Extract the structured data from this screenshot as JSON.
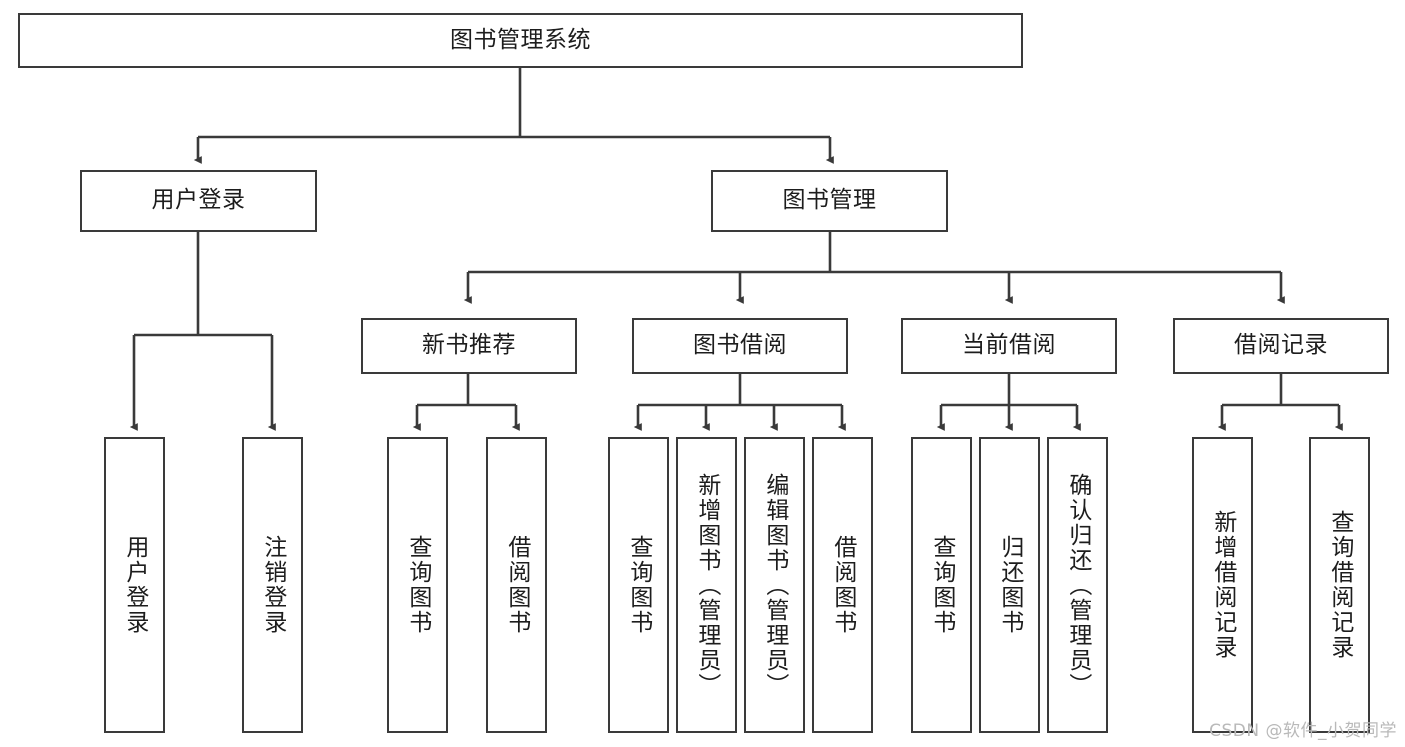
{
  "diagram": {
    "type": "tree",
    "title": "图书管理系统",
    "orientation": "top-down",
    "colors": {
      "box_border": "#3a3a3a",
      "box_fill": "#ffffff",
      "edge": "#3a3a3a",
      "text": "#1d1d1d",
      "watermark": "#b9b9b9"
    },
    "root": {
      "label": "图书管理系统"
    },
    "level2": [
      {
        "id": "user-login",
        "label": "用户登录"
      },
      {
        "id": "book-manage",
        "label": "图书管理"
      }
    ],
    "level3": [
      {
        "id": "new-book-recommend",
        "label": "新书推荐"
      },
      {
        "id": "book-borrow",
        "label": "图书借阅"
      },
      {
        "id": "current-borrow",
        "label": "当前借阅"
      },
      {
        "id": "borrow-record",
        "label": "借阅记录"
      }
    ],
    "leaves": {
      "user_login": [
        {
          "id": "leaf-user-login",
          "label": "用户登录"
        },
        {
          "id": "leaf-logout-login",
          "label": "注销登录"
        }
      ],
      "new_book_recommend": [
        {
          "id": "leaf-query-book-1",
          "label": "查询图书"
        },
        {
          "id": "leaf-borrow-book-1",
          "label": "借阅图书"
        }
      ],
      "book_borrow": [
        {
          "id": "leaf-query-book-2",
          "label": "查询图书"
        },
        {
          "id": "leaf-add-book",
          "label": "新增图书（管理员）"
        },
        {
          "id": "leaf-edit-book",
          "label": "编辑图书（管理员）"
        },
        {
          "id": "leaf-borrow-book-2",
          "label": "借阅图书"
        }
      ],
      "current_borrow": [
        {
          "id": "leaf-query-book-3",
          "label": "查询图书"
        },
        {
          "id": "leaf-return-book",
          "label": "归还图书"
        },
        {
          "id": "leaf-confirm-return",
          "label": "确认归还（管理员）"
        }
      ],
      "borrow_record": [
        {
          "id": "leaf-add-record",
          "label": "新增借阅记录"
        },
        {
          "id": "leaf-query-record",
          "label": "查询借阅记录"
        }
      ]
    }
  },
  "watermark": {
    "text": "CSDN @软件_小贺同学"
  }
}
